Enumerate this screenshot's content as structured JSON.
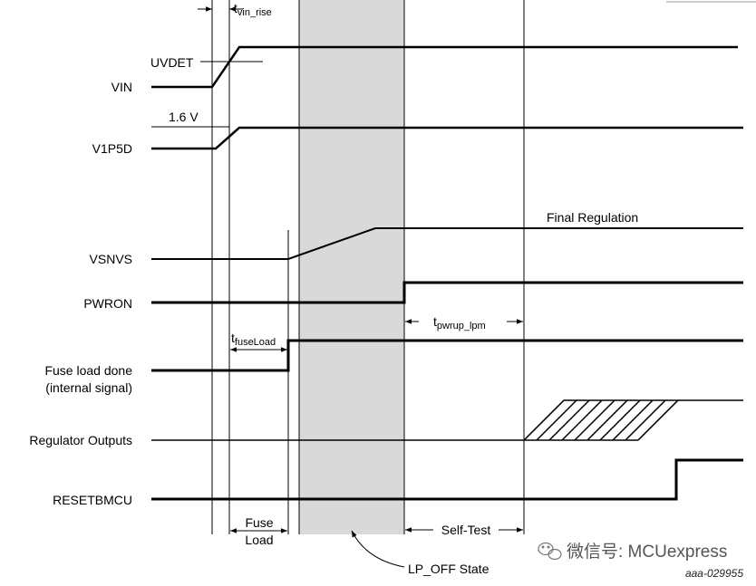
{
  "signals": {
    "vin": "VIN",
    "v1p5d": "V1P5D",
    "vsnvs": "VSNVS",
    "pwron": "PWRON",
    "fuse_load_done_1": "Fuse load done",
    "fuse_load_done_2": "(internal signal)",
    "regulator_outputs": "Regulator Outputs",
    "resetbmcu": "RESETBMCU"
  },
  "annotations": {
    "uvdet": "UVDET",
    "v1p6": "1.6 V",
    "final_regulation": "Final Regulation",
    "t_vin_rise": {
      "t": "t",
      "sub": "vin_rise"
    },
    "t_fuse_load": {
      "t": "t",
      "sub": "fuseLoad"
    },
    "t_pwrup_lpm": {
      "t": "t",
      "sub": "pwrup_lpm"
    },
    "fuse_load_1": "Fuse",
    "fuse_load_2": "Load",
    "self_test": "Self-Test",
    "lp_off_state": "LP_OFF State"
  },
  "figure_id": "aaa-029955",
  "watermark": "微信号: MCUexpress",
  "watermark_icon": "wechat-icon",
  "colors": {
    "line": "#000000",
    "shade": "#d9d9d9"
  }
}
